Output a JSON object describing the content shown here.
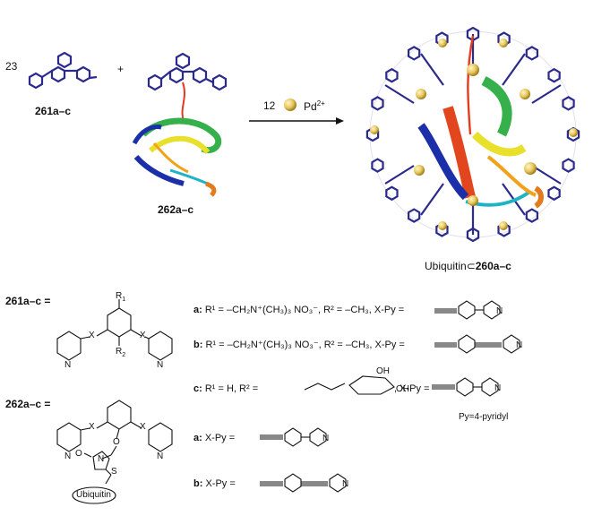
{
  "top": {
    "coef_ligand": "23",
    "plus": "+",
    "ligand_261": "261a–c",
    "ligand_262": "262a–c",
    "reagent_num": "12",
    "reagent_ion": "Pd",
    "reagent_charge": "2+",
    "product_prefix": "Ubiquitin⊂",
    "product_bold": "260a–c"
  },
  "defs": {
    "d261": "261a–c =",
    "d262": "262a–c =",
    "py_note": "Py=4-pyridyl",
    "ubiquitin": "Ubiquitin"
  },
  "struct_labels": {
    "R1": "R",
    "R1sub": "1",
    "R2": "R",
    "R2sub": "2",
    "X": "X",
    "N": "N",
    "O": "O",
    "S": "S",
    "OH": "OH"
  },
  "rows": {
    "a_key": "a:",
    "a_text": "R¹ = –CH₂N⁺(CH₃)₃ NO₃⁻, R² = –CH₃, X-Py =",
    "b_key": "b:",
    "b_text": "R¹ = –CH₂N⁺(CH₃)₃ NO₃⁻, R² = –CH₃, X-Py =",
    "c_key": "c:",
    "c_text1": "R¹ = H, R² =",
    "c_text2": ", X-Py =",
    "a2_key": "a:",
    "a2_text": "X-Py =",
    "b2_key": "b:",
    "b2_text": "X-Py ="
  },
  "colors": {
    "cage": "#2b2a8c",
    "pd": "#e7c65a",
    "protein_red": "#e23b1e",
    "protein_green": "#36b04a",
    "protein_blue": "#1b2fa8"
  }
}
